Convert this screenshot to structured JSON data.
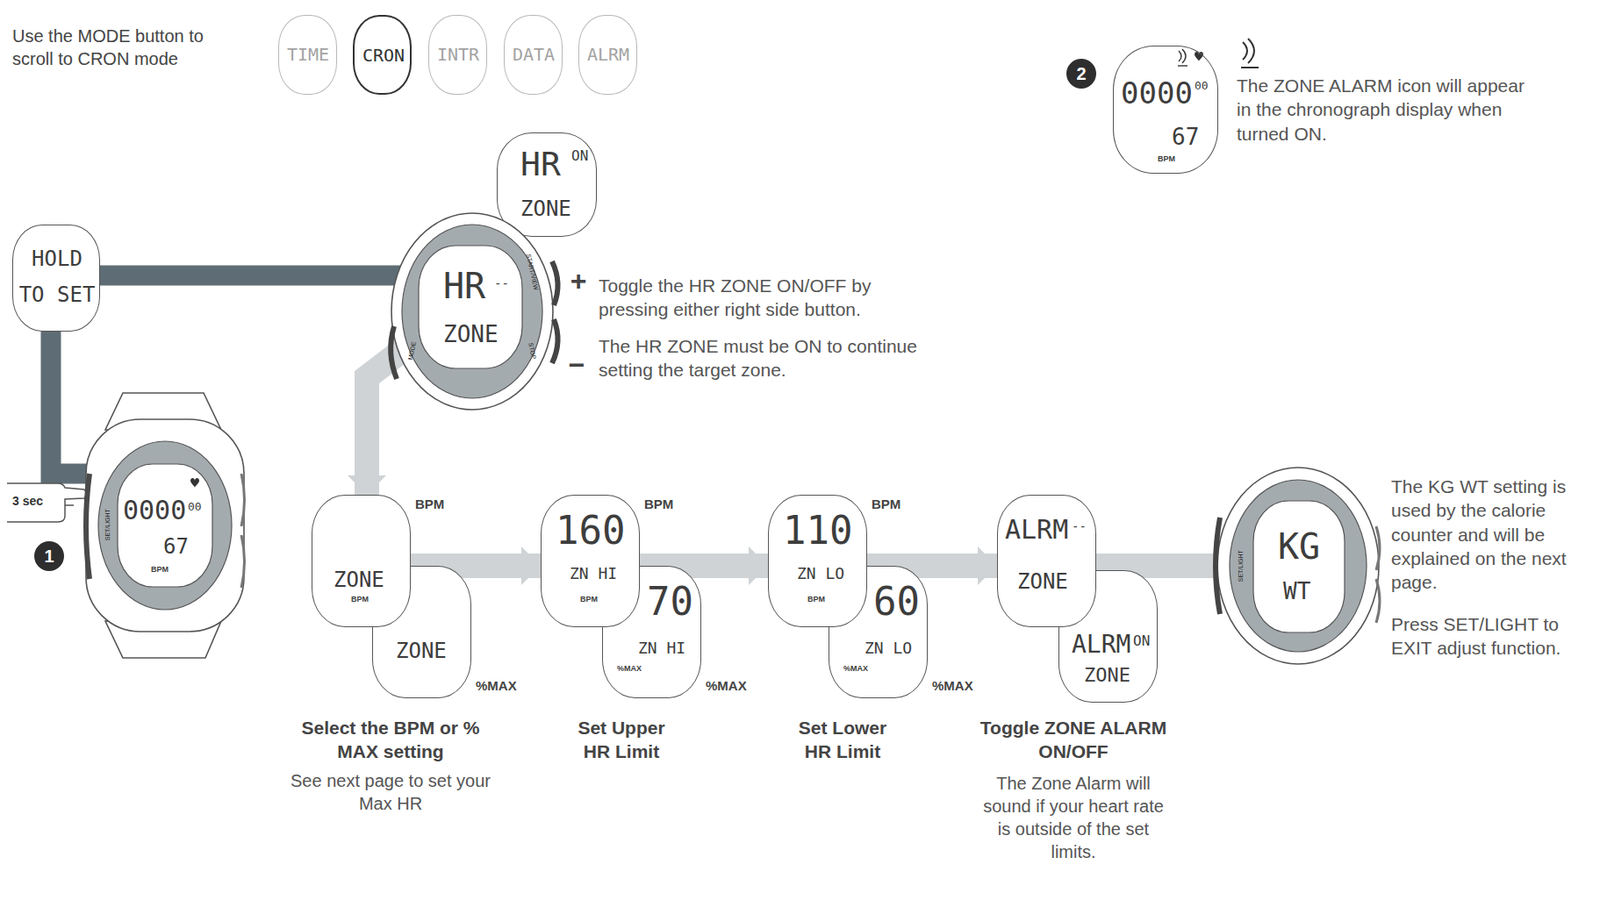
{
  "diagram": {
    "nodes": [
      {
        "text": [
          "TIME"
        ]
      },
      {
        "text": [
          "CRON"
        ]
      },
      {
        "text": [
          "INTR"
        ]
      },
      {
        "text": [
          "DATA"
        ]
      },
      {
        "text": [
          "ALRM"
        ]
      },
      {
        "text": [
          "HOLD TO SET"
        ]
      },
      {
        "text": [
          "0000",
          "00",
          "67",
          "BPM"
        ]
      },
      {
        "text": [
          "HR",
          "ON",
          "ZONE"
        ]
      },
      {
        "text": [
          "HR",
          "--",
          "ZONE"
        ]
      },
      {
        "text": [
          "BPM",
          "ZONE",
          "BPM"
        ]
      },
      {
        "text": [
          "ZONE",
          "%MAX"
        ]
      },
      {
        "text": [
          "BPM",
          "160",
          "ZN HI",
          "BPM"
        ]
      },
      {
        "text": [
          "70",
          "ZN HI",
          "%MAX",
          "%MAX"
        ]
      },
      {
        "text": [
          "BPM",
          "110",
          "ZN LO",
          "BPM"
        ]
      },
      {
        "text": [
          "60",
          "ZN LO",
          "%MAX",
          "%MAX"
        ]
      },
      {
        "text": [
          "ALRM",
          "--",
          "ZONE"
        ]
      },
      {
        "text": [
          "ALRM",
          "ON",
          "ZONE"
        ]
      },
      {
        "text": [
          "KG",
          "WT"
        ]
      },
      {
        "text": [
          "0000",
          "00",
          "67",
          "BPM"
        ]
      }
    ],
    "edges": [
      {
        "from": 5,
        "to": 6,
        "arrow": "none"
      },
      {
        "from": 5,
        "to": 8,
        "arrow": "none"
      },
      {
        "from": 8,
        "to": 9,
        "arrow": "to"
      },
      {
        "from": 9,
        "to": 11,
        "arrow": "to"
      },
      {
        "from": 11,
        "to": 13,
        "arrow": "to"
      },
      {
        "from": 13,
        "to": 15,
        "arrow": "to"
      },
      {
        "from": 15,
        "to": 17,
        "arrow": "to"
      }
    ],
    "labels": [
      "Use the MODE button to scroll to CRON mode",
      "1",
      "3 sec",
      "SET/LIGHT",
      "START/VIEW",
      "STOP",
      "MODE",
      "+",
      "Toggle the HR ZONE ON/OFF by pressing either right side button.",
      "The HR ZONE must be ON to continue setting the target zone.",
      "−",
      "2",
      "The ZONE ALARM icon will appear in the chronograph display when turned ON.",
      "Select the BPM or % MAX setting",
      "See next page to set your Max HR",
      "Set Upper HR Limit",
      "Set Lower HR Limit",
      "Toggle ZONE ALARM ON/OFF",
      "The Zone Alarm will sound if your heart rate is outside of the set limits.",
      "SET/LIGHT",
      "The KG WT setting is used by the calorie counter and will be explained on the next page.",
      "Press SET/LIGHT to EXIT adjust function."
    ]
  }
}
